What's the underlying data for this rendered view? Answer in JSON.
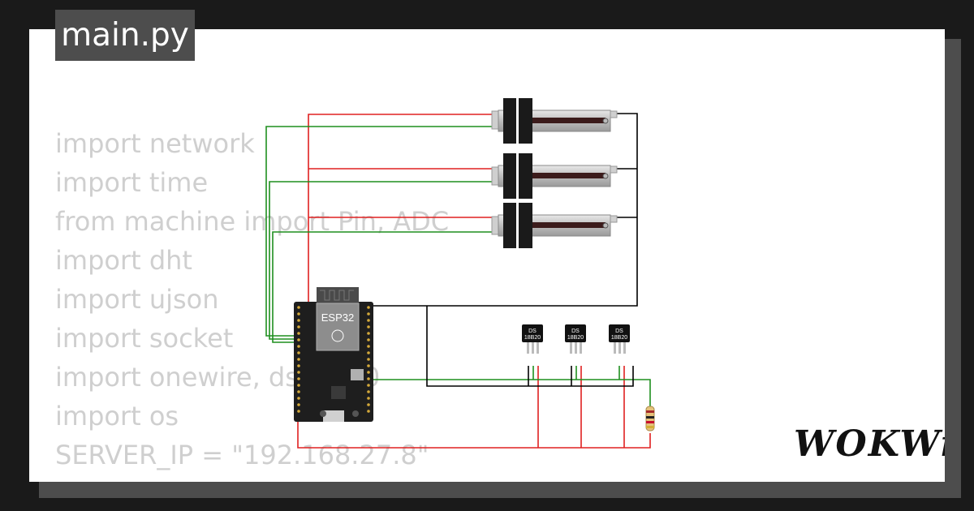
{
  "file_tab": {
    "label": "main.py"
  },
  "code_lines": [
    "import network",
    "import time",
    "from machine import Pin, ADC",
    "import dht",
    "import ujson",
    "import socket",
    "import onewire, ds18x20",
    "import os",
    "",
    "SERVER_IP = \"192.168.27.8\""
  ],
  "board": {
    "label": "ESP32"
  },
  "sensors": [
    {
      "line1": "DS",
      "line2": "18B20"
    },
    {
      "line1": "DS",
      "line2": "18B20"
    },
    {
      "line1": "DS",
      "line2": "18B20"
    }
  ],
  "brand": {
    "logo": "WOKWi"
  },
  "colors": {
    "vcc_wire": "#e02020",
    "signal_wire": "#1f8f1f",
    "gnd_wire": "#000000",
    "tab_bg": "#4d4d4d"
  }
}
